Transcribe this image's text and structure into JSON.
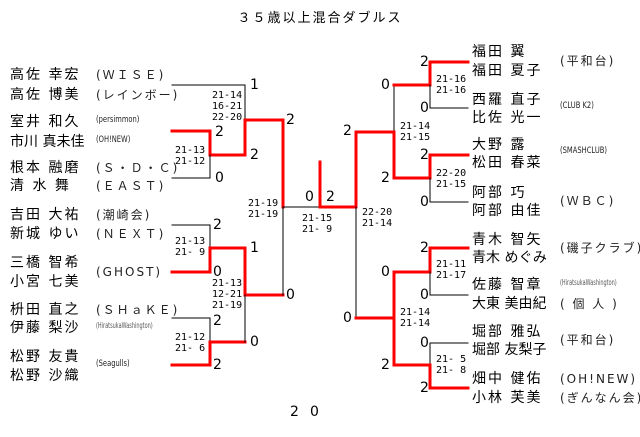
{
  "title": "３５歳以上混合ダブルス",
  "colors": {
    "winner_line": "#ff0000",
    "line": "#000000"
  },
  "left_teams": [
    {
      "p1": "高佐 幸宏",
      "p2": "高佐 博美",
      "club1": "(ＷＩＳＥ)",
      "club2": "(レインボー)"
    },
    {
      "p1": "室井 和久",
      "p2": "市川 真未佳",
      "club1": "(persimmon)",
      "club2": "(OH!NEW)"
    },
    {
      "p1": "根本 融磨",
      "p2": "清 水  舞",
      "club1": "(Ｓ・Ｄ・Ｃ)",
      "club2": "(ＥＡＳＴ)"
    },
    {
      "p1": "吉田 大祐",
      "p2": "新城 ゆい",
      "club1": "(潮崎会)",
      "club2": "(ＮＥＸＴ)"
    },
    {
      "p1": "三橋 智希",
      "p2": "小宮 七美",
      "club": "(GHOST)"
    },
    {
      "p1": "枡田 直之",
      "p2": "伊藤 梨沙",
      "club1": "(ＳＨａＫＥ)",
      "club2": "(HiratsukaWashington)"
    },
    {
      "p1": "松野 友貴",
      "p2": "松野 沙織",
      "club": "(Seagulls)"
    }
  ],
  "right_teams": [
    {
      "p1": "福田   翼",
      "p2": "福田 夏子",
      "club": "(平和台)"
    },
    {
      "p1": "西羅 直子",
      "p2": "比佐 光一",
      "club": "(CLUB K2)"
    },
    {
      "p1": "大野   露",
      "p2": "松田 春菜",
      "club": "(SMASHCLUB)"
    },
    {
      "p1": "阿部   巧",
      "p2": "阿部 由佳",
      "club": "(ＷＢＣ)"
    },
    {
      "p1": "青木 智矢",
      "p2": "青木 めぐみ",
      "club": "(磯子クラブ)"
    },
    {
      "p1": "佐藤 智章",
      "p2": "大東 美由紀",
      "club1": "(HiratsukaWashington)",
      "club2": "( 個 人 )"
    },
    {
      "p1": "堀部 雅弘",
      "p2": "堀部 友梨子",
      "club": "(平和台)"
    },
    {
      "p1": "畑中 健佑",
      "p2": "小林 芙美",
      "club1": "(OH!NEW)",
      "club2": "(ぎんなん会)"
    }
  ],
  "points": [
    "1",
    "2",
    "0",
    "2",
    "2",
    "0",
    "2",
    "0",
    "1",
    "2",
    "2",
    "0",
    "0",
    "2",
    "2",
    "0",
    "0",
    "2",
    "2",
    "0",
    "2",
    "0",
    "2",
    "0",
    "0",
    "2",
    "0",
    "2",
    "2",
    "0"
  ],
  "game_scores": [
    "21-14\n16-21\n22-20",
    "21-13\n21-12",
    "21-19\n21-19",
    "21-13\n21- 9",
    "21-13\n12-21\n21-19",
    "21-12\n21- 6",
    "21-15\n21- 9",
    "22-20\n21-14",
    "21-16\n21-16",
    "21-14\n21-15",
    "22-20\n21-15",
    "21-11\n21-17",
    "21-14\n21-14",
    "21- 5\n21- 8"
  ]
}
